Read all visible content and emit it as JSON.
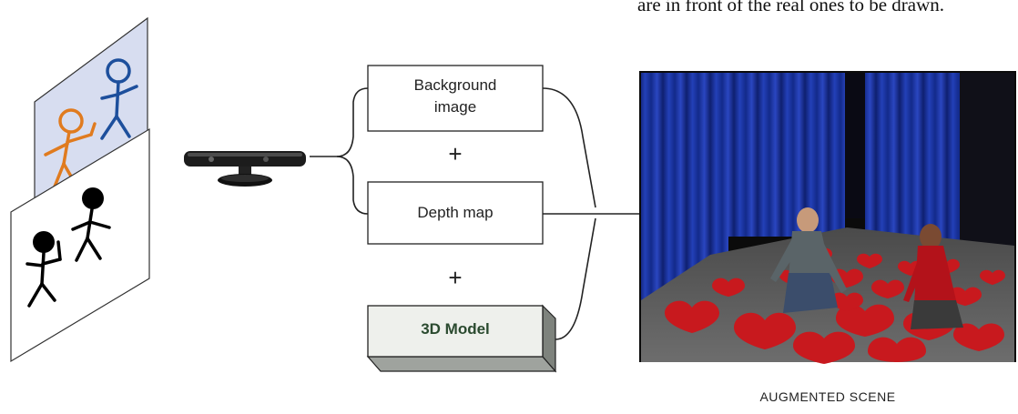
{
  "caption_top": "are in front of the real ones to be drawn.",
  "boxes": {
    "background": "Background\nimage",
    "depth": "Depth map",
    "model": "3D Model"
  },
  "plus_sign": "+",
  "scene_caption": "AUGMENTED SCENE",
  "colors": {
    "figure_orange": "#e07b1f",
    "figure_blue": "#1d4f9c",
    "figure_black": "#000000",
    "panel_blue": "#d7ddf0",
    "model_text": "#2a4a2f",
    "curtain_blue": "#1b34a8",
    "heart_red": "#c8191e"
  }
}
